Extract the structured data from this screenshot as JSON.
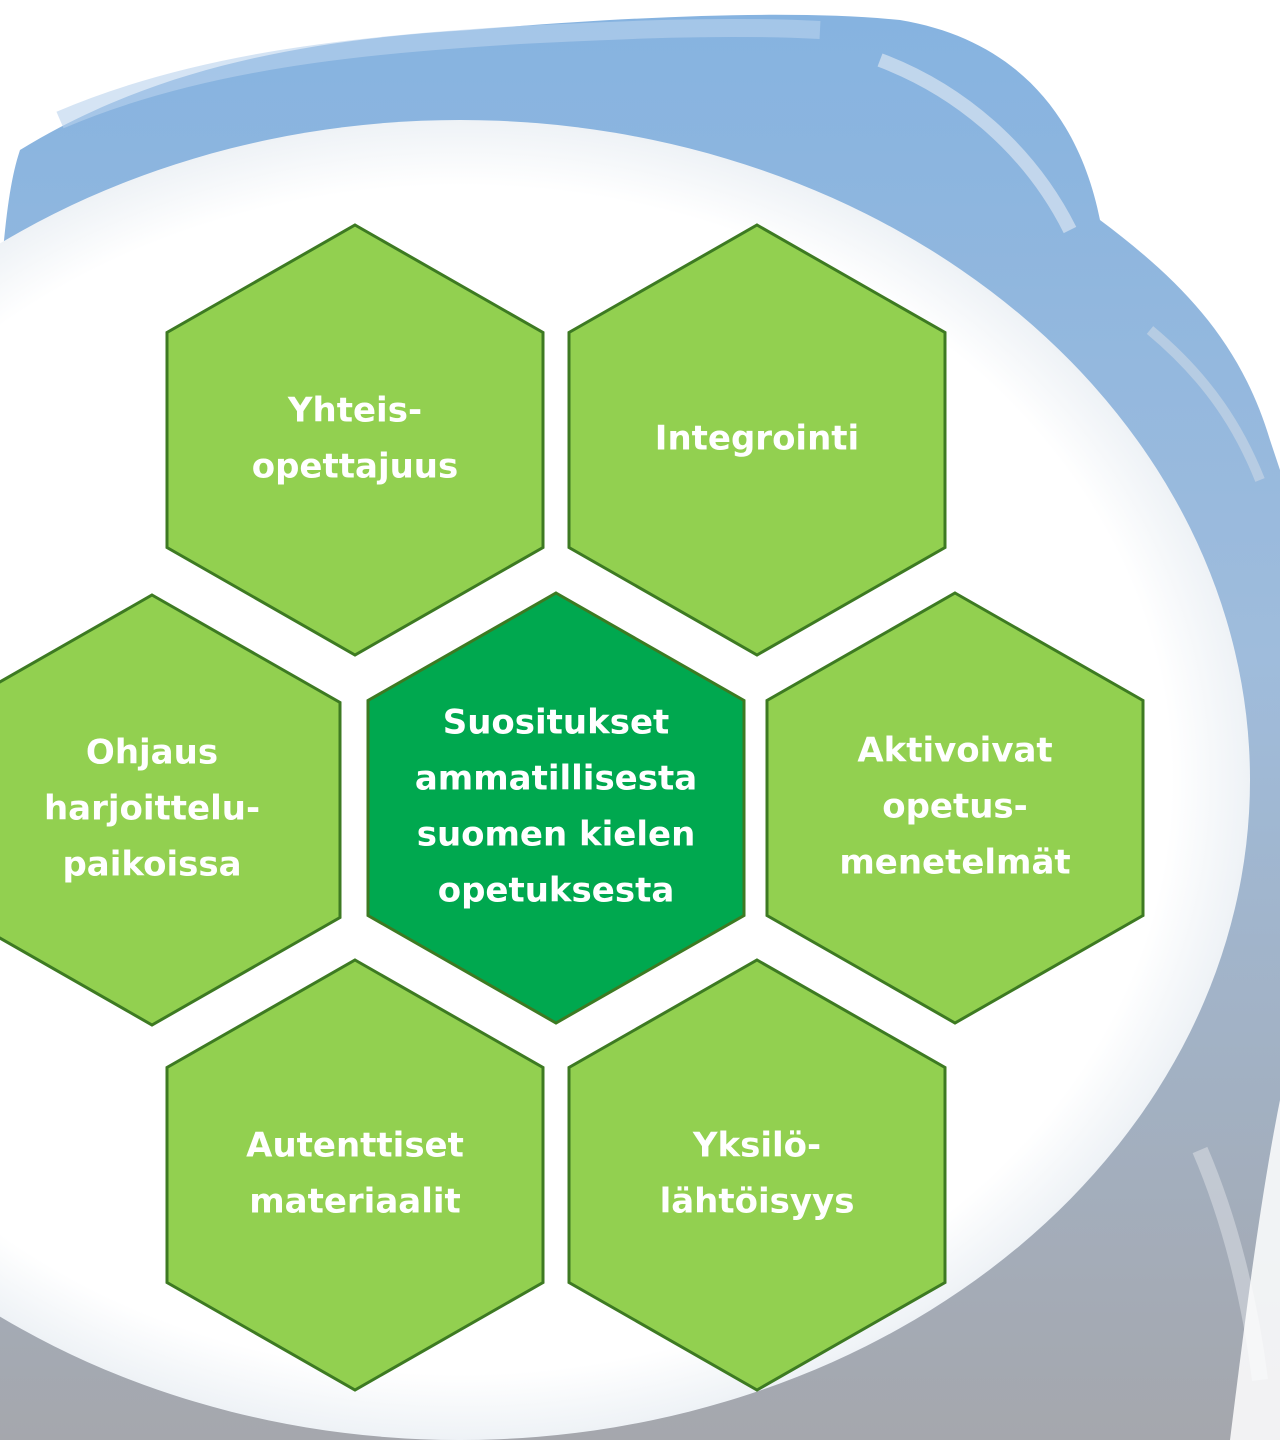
{
  "diagram": {
    "colors": {
      "hex_outer_fill": "#92d050",
      "hex_center_fill": "#00a84f",
      "hex_border": "#3d7a22",
      "backdrop_top": "#8fb8e2",
      "backdrop_bottom": "#9ea4ae",
      "label_text": "#ffffff"
    },
    "center": {
      "lines": [
        "Suositukset",
        "ammatillisesta",
        "suomen kielen",
        "opetuksesta"
      ]
    },
    "hexagons": [
      {
        "key": "top-left",
        "lines": [
          "Yhteis-",
          "opettajuus"
        ]
      },
      {
        "key": "top-right",
        "lines": [
          "Integrointi"
        ]
      },
      {
        "key": "mid-left",
        "lines": [
          "Ohjaus",
          "harjoittelu-",
          "paikoissa"
        ]
      },
      {
        "key": "mid-right",
        "lines": [
          "Aktivoivat",
          "opetus-",
          "menetelmät"
        ]
      },
      {
        "key": "bottom-left",
        "lines": [
          "Autenttiset",
          "materiaalit"
        ]
      },
      {
        "key": "bottom-right",
        "lines": [
          "Yksilö-",
          "lähtöisyys"
        ]
      }
    ]
  }
}
